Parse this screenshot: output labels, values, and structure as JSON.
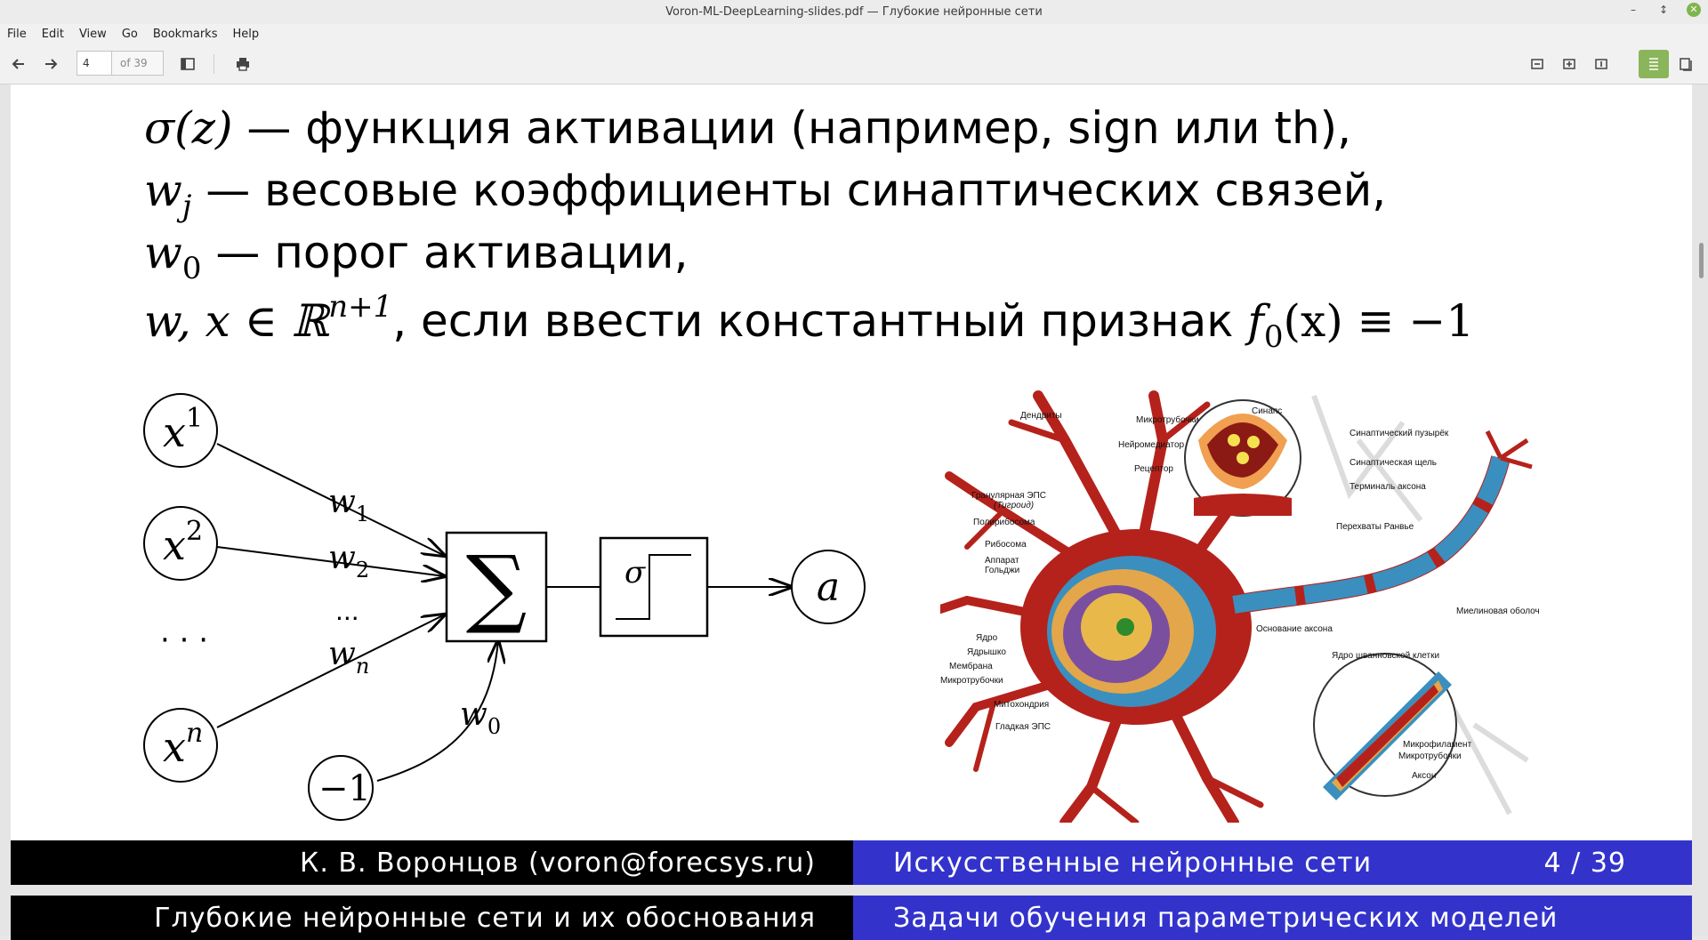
{
  "window": {
    "title": "Voron-ML-DeepLearning-slides.pdf — Глубокие нейронные сети",
    "minimize": "–",
    "maximize": "↕",
    "close": "✕"
  },
  "menu": [
    "File",
    "Edit",
    "View",
    "Go",
    "Bookmarks",
    "Help"
  ],
  "toolbar": {
    "page_number": "4",
    "page_total": "of 39"
  },
  "slide": {
    "lines": [
      {
        "term": "σ(z)",
        "text": " — функция активации (например, sign или th),"
      },
      {
        "term": "w",
        "sub": "j",
        "text": " — весовые коэффициенты синаптических связей,"
      },
      {
        "term": "w",
        "sub": "0",
        "text": " — порог активации,"
      },
      {
        "term": "w, x ∈ ℝ",
        "sup": "n+1",
        "text": ", если ввести константный признак ",
        "tail": "f",
        "tail_sub": "0",
        "tail_end": "(x) ≡ −1"
      }
    ],
    "diagram": {
      "inputs": [
        {
          "base": "x",
          "sup": "1"
        },
        {
          "base": "x",
          "sup": "2"
        },
        {
          "base": "x",
          "sup": "n"
        }
      ],
      "input_dots": "· · ·",
      "weights": [
        {
          "base": "w",
          "sub": "1"
        },
        {
          "base": "w",
          "sub": "2"
        },
        {
          "base": "w",
          "sub": "n"
        },
        {
          "base": "w",
          "sub": "0"
        }
      ],
      "weight_dots": "...",
      "sum_symbol": "∑",
      "activation_symbol": "σ",
      "output": "a",
      "bias": "−1"
    },
    "neuron_labels": {
      "dendrites": "Дендриты",
      "microtubules_top": "Микротрубочки",
      "neurotransmitter": "Нейромедиатор",
      "receptor": "Рецептор",
      "synapse": "Синапс",
      "synaptic_vesicle": "Синаптический пузырёк",
      "synaptic_cleft": "Синаптическая щель",
      "axon_terminal": "Терминаль аксона",
      "rough_er": "Гранулярная ЭПС",
      "tigroid": "(Тигроид)",
      "polyribosome": "Полирибосома",
      "ribosome": "Рибосома",
      "golgi_1": "Аппарат",
      "golgi_2": "Гольджи",
      "ranvier": "Перехваты Ранвье",
      "axon_hillock": "Основание аксона",
      "myelin": "Миелиновая оболочка",
      "nucleus": "Ядро",
      "nucleolus": "Ядрышко",
      "membrane": "Мембрана",
      "microtubules_left": "Микротрубочки",
      "mitochondria": "Митохондрия",
      "smooth_er": "Гладкая ЭПС",
      "schwann": "Ядро шванновской клетки",
      "microfilament": "Микрофиламент",
      "microtubules_axon": "Микротрубочки",
      "axon": "Аксон"
    }
  },
  "footer": {
    "author": "К. В. Воронцов (voron@forecsys.ru)",
    "section": "Искусственные нейронные сети",
    "page": "4 / 39",
    "next_left": "Глубокие нейронные сети и их обоснования",
    "next_right": "Задачи обучения параметрических моделей"
  },
  "colors": {
    "accent": "#8ab55a",
    "beamer_blue": "#3333cc",
    "neuron_red": "#b5221b",
    "axon_blue": "#3a8fbf"
  }
}
